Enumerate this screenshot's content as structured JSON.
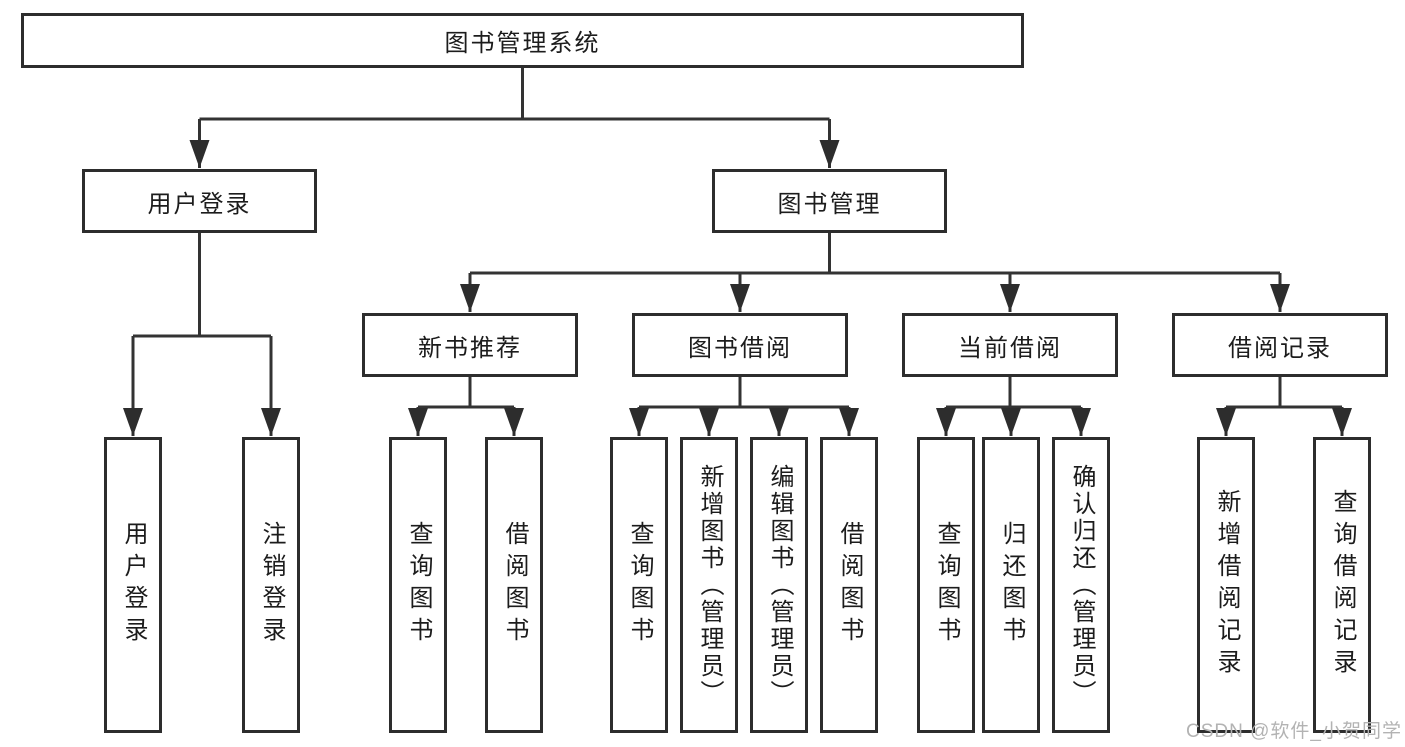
{
  "diagram_title": "图书管理系统",
  "nodes": {
    "root": {
      "label": "图书管理系统"
    },
    "user_login": {
      "label": "用户登录"
    },
    "book_mgmt": {
      "label": "图书管理"
    },
    "new_book_rec": {
      "label": "新书推荐"
    },
    "book_borrow": {
      "label": "图书借阅"
    },
    "current_borrow": {
      "label": "当前借阅"
    },
    "borrow_record": {
      "label": "借阅记录"
    },
    "leaves": {
      "user_login_leaf": "用户登录",
      "logout": "注销登录",
      "nb_query": "查询图书",
      "nb_borrow": "借阅图书",
      "bb_query": "查询图书",
      "bb_add": "新增图书（管理员）",
      "bb_edit": "编辑图书（管理员）",
      "bb_borrow": "借阅图书",
      "cb_query": "查询图书",
      "cb_return": "归还图书",
      "cb_confirm": "确认归还（管理员）",
      "br_add": "新增借阅记录",
      "br_query": "查询借阅记录"
    }
  },
  "watermark": {
    "text": "CSDN @软件_小贺同学"
  },
  "colors": {
    "line": "#333333",
    "box_border": "#2d2d2d",
    "text": "#1c1c1c",
    "watermark": "#b3b3b3",
    "background": "#ffffff"
  }
}
